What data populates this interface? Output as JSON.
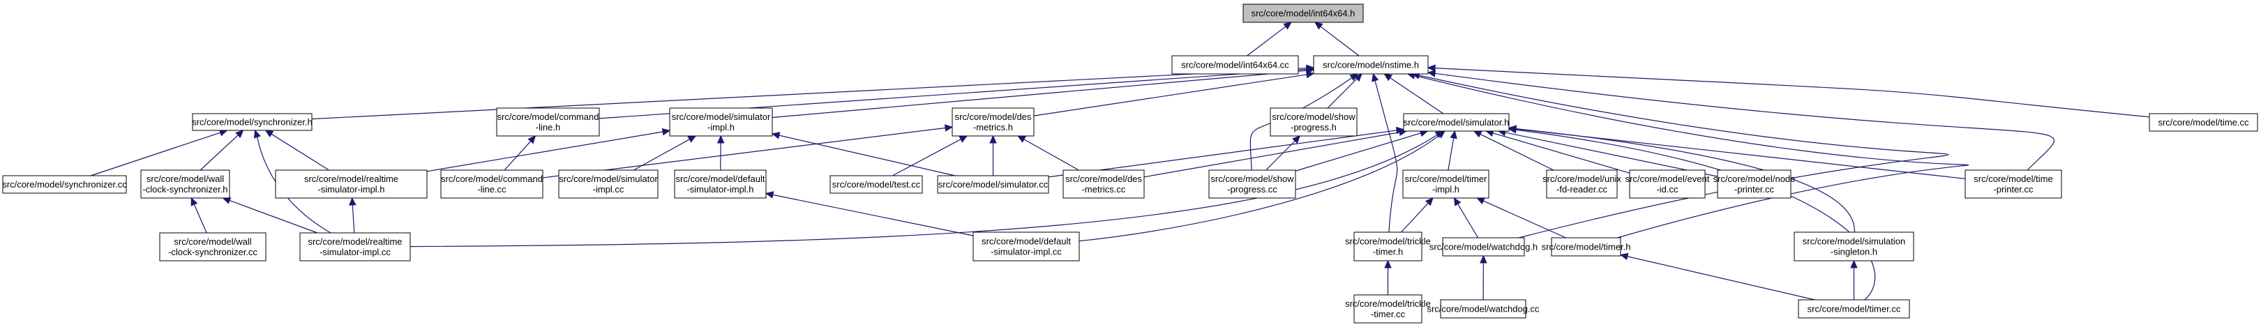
{
  "diagram": {
    "title": "src/core/model/int64x64.h include dependency graph",
    "colors": {
      "edge": "#191970",
      "root_fill": "#bfbfbf",
      "node_fill": "#ffffff",
      "border": "#000000"
    },
    "nodes": [
      {
        "id": "int64x64_h",
        "lines": [
          "src/core/model/int64x64.h"
        ],
        "root": true
      },
      {
        "id": "int64x64_cc",
        "lines": [
          "src/core/model/int64x64.cc"
        ]
      },
      {
        "id": "nstime_h",
        "lines": [
          "src/core/model/nstime.h"
        ]
      },
      {
        "id": "synchronizer_h",
        "lines": [
          "src/core/model/synchronizer.h"
        ]
      },
      {
        "id": "command_line_h",
        "lines": [
          "src/core/model/command",
          "-line.h"
        ]
      },
      {
        "id": "simulator_impl_h",
        "lines": [
          "src/core/model/simulator",
          "-impl.h"
        ]
      },
      {
        "id": "des_metrics_h",
        "lines": [
          "src/core/model/des",
          "-metrics.h"
        ]
      },
      {
        "id": "show_progress_h",
        "lines": [
          "src/core/model/show",
          "-progress.h"
        ]
      },
      {
        "id": "simulator_h",
        "lines": [
          "src/core/model/simulator.h"
        ]
      },
      {
        "id": "time_cc",
        "lines": [
          "src/core/model/time.cc"
        ]
      },
      {
        "id": "synchronizer_cc",
        "lines": [
          "src/core/model/synchronizer.cc"
        ]
      },
      {
        "id": "wall_clock_synchronizer_h",
        "lines": [
          "src/core/model/wall",
          "-clock-synchronizer.h"
        ]
      },
      {
        "id": "realtime_simulator_impl_h",
        "lines": [
          "src/core/model/realtime",
          "-simulator-impl.h"
        ]
      },
      {
        "id": "command_line_cc",
        "lines": [
          "src/core/model/command",
          "-line.cc"
        ]
      },
      {
        "id": "simulator_impl_cc",
        "lines": [
          "src/core/model/simulator",
          "-impl.cc"
        ]
      },
      {
        "id": "default_simulator_impl_h",
        "lines": [
          "src/core/model/default",
          "-simulator-impl.h"
        ]
      },
      {
        "id": "test_cc",
        "lines": [
          "src/core/model/test.cc"
        ]
      },
      {
        "id": "simulator_cc",
        "lines": [
          "src/core/model/simulator.cc"
        ]
      },
      {
        "id": "des_metrics_cc",
        "lines": [
          "src/core/model/des",
          "-metrics.cc"
        ]
      },
      {
        "id": "show_progress_cc",
        "lines": [
          "src/core/model/show",
          "-progress.cc"
        ]
      },
      {
        "id": "timer_impl_h",
        "lines": [
          "src/core/model/timer",
          "-impl.h"
        ]
      },
      {
        "id": "unix_fd_reader_cc",
        "lines": [
          "src/core/model/unix",
          "-fd-reader.cc"
        ]
      },
      {
        "id": "event_id_cc",
        "lines": [
          "src/core/model/event",
          "-id.cc"
        ]
      },
      {
        "id": "node_printer_cc",
        "lines": [
          "src/core/model/node",
          "-printer.cc"
        ]
      },
      {
        "id": "time_printer_cc",
        "lines": [
          "src/core/model/time",
          "-printer.cc"
        ]
      },
      {
        "id": "wall_clock_synchronizer_cc",
        "lines": [
          "src/core/model/wall",
          "-clock-synchronizer.cc"
        ]
      },
      {
        "id": "realtime_simulator_impl_cc",
        "lines": [
          "src/core/model/realtime",
          "-simulator-impl.cc"
        ]
      },
      {
        "id": "default_simulator_impl_cc",
        "lines": [
          "src/core/model/default",
          "-simulator-impl.cc"
        ]
      },
      {
        "id": "trickle_timer_h",
        "lines": [
          "src/core/model/trickle",
          "-timer.h"
        ]
      },
      {
        "id": "watchdog_h",
        "lines": [
          "src/core/model/watchdog.h"
        ]
      },
      {
        "id": "timer_h",
        "lines": [
          "src/core/model/timer.h"
        ]
      },
      {
        "id": "simulation_singleton_h",
        "lines": [
          "src/core/model/simulation",
          "-singleton.h"
        ]
      },
      {
        "id": "trickle_timer_cc",
        "lines": [
          "src/core/model/trickle",
          "-timer.cc"
        ]
      },
      {
        "id": "watchdog_cc",
        "lines": [
          "src/core/model/watchdog.cc"
        ]
      },
      {
        "id": "timer_cc",
        "lines": [
          "src/core/model/timer.cc"
        ]
      }
    ],
    "edges": [
      [
        "int64x64_cc",
        "int64x64_h"
      ],
      [
        "nstime_h",
        "int64x64_h"
      ],
      [
        "synchronizer_h",
        "nstime_h"
      ],
      [
        "command_line_h",
        "nstime_h"
      ],
      [
        "simulator_impl_h",
        "nstime_h"
      ],
      [
        "des_metrics_h",
        "nstime_h"
      ],
      [
        "show_progress_h",
        "nstime_h"
      ],
      [
        "simulator_h",
        "nstime_h"
      ],
      [
        "time_cc",
        "nstime_h"
      ],
      [
        "show_progress_cc",
        "nstime_h"
      ],
      [
        "trickle_timer_h",
        "nstime_h"
      ],
      [
        "time_printer_cc",
        "nstime_h"
      ],
      [
        "watchdog_h",
        "nstime_h"
      ],
      [
        "timer_h",
        "nstime_h"
      ],
      [
        "synchronizer_cc",
        "synchronizer_h"
      ],
      [
        "wall_clock_synchronizer_h",
        "synchronizer_h"
      ],
      [
        "realtime_simulator_impl_h",
        "synchronizer_h"
      ],
      [
        "realtime_simulator_impl_cc",
        "synchronizer_h"
      ],
      [
        "command_line_cc",
        "command_line_h"
      ],
      [
        "realtime_simulator_impl_h",
        "simulator_impl_h"
      ],
      [
        "simulator_impl_cc",
        "simulator_impl_h"
      ],
      [
        "default_simulator_impl_h",
        "simulator_impl_h"
      ],
      [
        "simulator_cc",
        "simulator_impl_h"
      ],
      [
        "command_line_cc",
        "des_metrics_h"
      ],
      [
        "test_cc",
        "des_metrics_h"
      ],
      [
        "simulator_cc",
        "des_metrics_h"
      ],
      [
        "des_metrics_cc",
        "des_metrics_h"
      ],
      [
        "show_progress_cc",
        "show_progress_h"
      ],
      [
        "simulator_cc",
        "simulator_h"
      ],
      [
        "des_metrics_cc",
        "simulator_h"
      ],
      [
        "show_progress_cc",
        "simulator_h"
      ],
      [
        "realtime_simulator_impl_cc",
        "simulator_h"
      ],
      [
        "default_simulator_impl_cc",
        "simulator_h"
      ],
      [
        "timer_impl_h",
        "simulator_h"
      ],
      [
        "unix_fd_reader_cc",
        "simulator_h"
      ],
      [
        "event_id_cc",
        "simulator_h"
      ],
      [
        "node_printer_cc",
        "simulator_h"
      ],
      [
        "time_printer_cc",
        "simulator_h"
      ],
      [
        "simulation_singleton_h",
        "simulator_h"
      ],
      [
        "timer_cc",
        "simulator_h"
      ],
      [
        "wall_clock_synchronizer_cc",
        "wall_clock_synchronizer_h"
      ],
      [
        "realtime_simulator_impl_cc",
        "wall_clock_synchronizer_h"
      ],
      [
        "realtime_simulator_impl_cc",
        "realtime_simulator_impl_h"
      ],
      [
        "default_simulator_impl_cc",
        "default_simulator_impl_h"
      ],
      [
        "trickle_timer_h",
        "timer_impl_h"
      ],
      [
        "watchdog_h",
        "timer_impl_h"
      ],
      [
        "timer_h",
        "timer_impl_h"
      ],
      [
        "trickle_timer_cc",
        "trickle_timer_h"
      ],
      [
        "watchdog_cc",
        "watchdog_h"
      ],
      [
        "timer_cc",
        "timer_h"
      ],
      [
        "timer_cc",
        "simulation_singleton_h"
      ]
    ]
  }
}
